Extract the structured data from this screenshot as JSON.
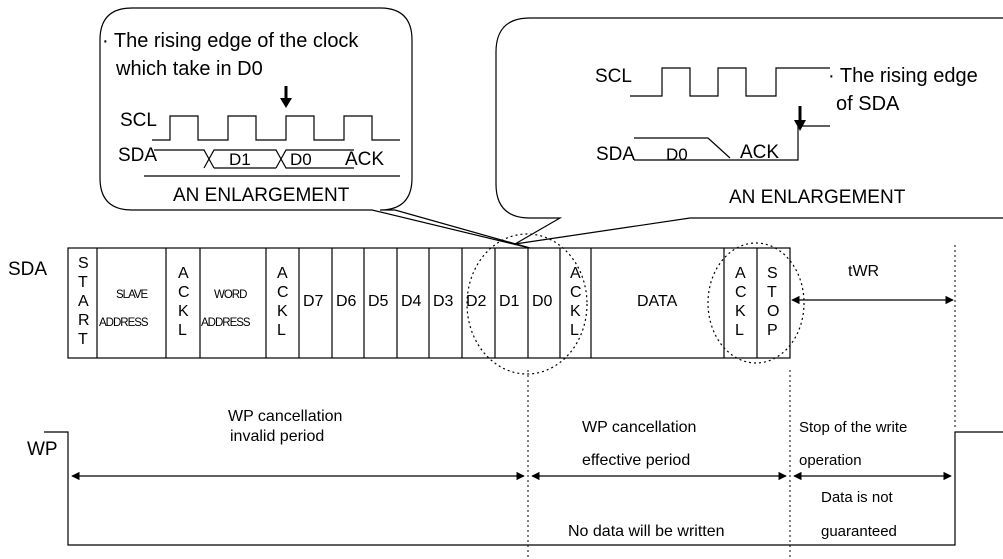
{
  "callout_left": {
    "note_line1": "· The rising edge of the clock",
    "note_line2": "which take in D0",
    "scl_label": "SCL",
    "sda_label": "SDA",
    "d1": "D1",
    "d0": "D0",
    "ack": "ACK",
    "caption": "AN ENLARGEMENT"
  },
  "callout_right": {
    "scl_label": "SCL",
    "note_line1": "· The rising edge",
    "note_line2": "of SDA",
    "sda_label": "SDA",
    "d0": "D0",
    "ack": "ACK",
    "caption": "AN ENLARGEMENT"
  },
  "sda_row": {
    "label": "SDA",
    "start_letters": [
      "S",
      "T",
      "A",
      "R",
      "T"
    ],
    "slave_line1": "SLAVE",
    "slave_line2": "ADDRESS",
    "ack1_letters": [
      "A",
      "C",
      "K",
      "L"
    ],
    "word_line1": "WORD",
    "word_line2": "ADDRESS",
    "ack2_letters": [
      "A",
      "C",
      "K",
      "L"
    ],
    "bits": [
      "D7",
      "D6",
      "D5",
      "D4",
      "D3",
      "D2",
      "D1",
      "D0"
    ],
    "ack3_letters": [
      "A",
      "C",
      "K",
      "L"
    ],
    "data": "DATA",
    "ack4_letters": [
      "A",
      "C",
      "K",
      "L"
    ],
    "stop_letters": [
      "S",
      "T",
      "O",
      "P"
    ],
    "twr": "tWR"
  },
  "wp_row": {
    "label": "WP",
    "invalid_line1": "WP cancellation",
    "invalid_line2": "invalid period",
    "effective_line1": "WP cancellation",
    "effective_line2": "effective period",
    "no_data": "No data will be written",
    "stop_line1": "Stop of the write",
    "stop_line2": "operation",
    "not_guaranteed_line1": "Data is not",
    "not_guaranteed_line2": "guaranteed"
  }
}
